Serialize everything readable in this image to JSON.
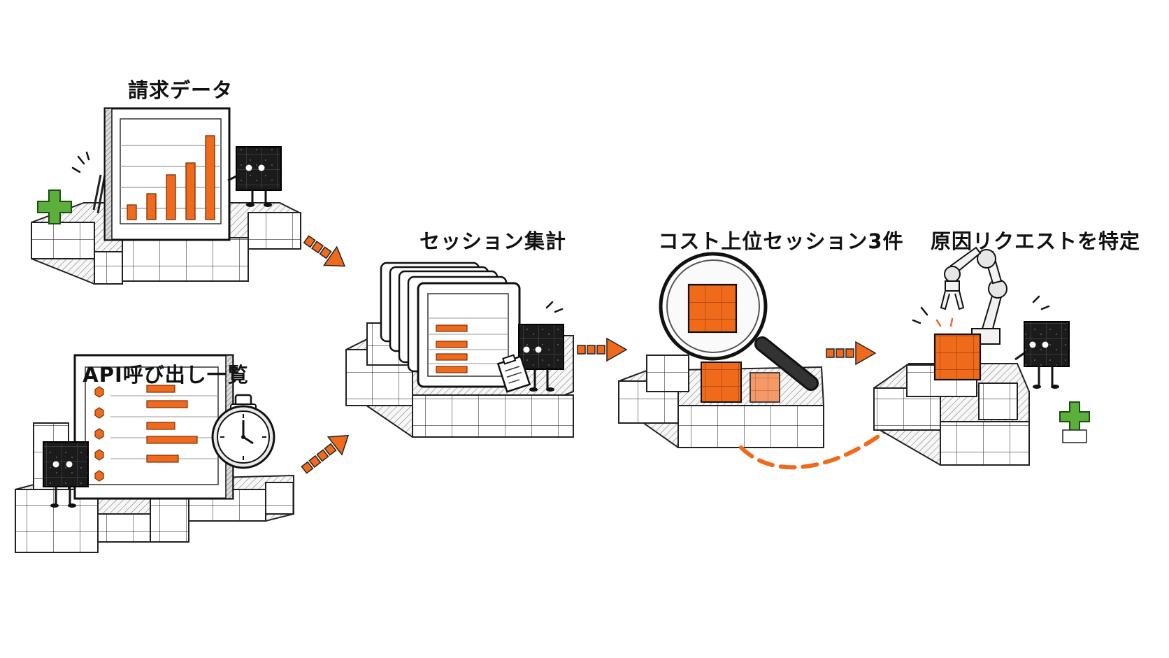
{
  "steps": {
    "billing": {
      "label": "請求データ"
    },
    "api_calls": {
      "label": "API呼び出し一覧"
    },
    "session_aggregate": {
      "label": "セッション集計"
    },
    "top_sessions": {
      "label": "コスト上位セッション3件"
    },
    "root_cause": {
      "label": "原因リクエストを特定"
    }
  },
  "colors": {
    "accent": "#F06A1C",
    "accent_light": "#F39A66",
    "green": "#5DAF3B",
    "ink": "#111111",
    "cube": "#1B1B1B"
  },
  "icons": [
    "bar-chart-board-icon",
    "list-board-icon",
    "stopwatch-icon",
    "folder-stack-icon",
    "clipboard-icon",
    "magnifying-glass-icon",
    "robot-arm-icon",
    "cube-character-icon",
    "green-plus-icon",
    "arrow-icon"
  ]
}
